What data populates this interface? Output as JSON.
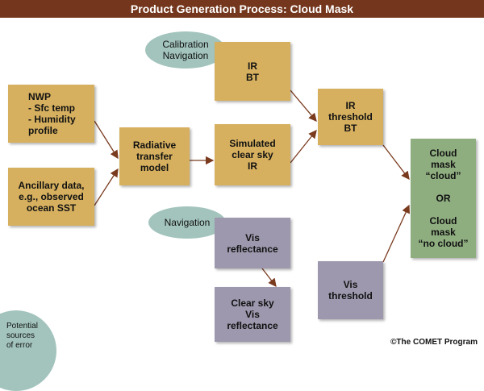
{
  "title": "Product Generation Process: Cloud Mask",
  "nodes": {
    "nwp": "NWP\n- Sfc temp\n- Humidity\n  profile",
    "ancillary": "Ancillary data,\ne.g., observed\nocean SST",
    "radiative": "Radiative\ntransfer\nmodel",
    "ir_bt": "IR\nBT",
    "simulated": "Simulated\nclear sky\nIR",
    "ir_threshold": "IR\nthreshold\nBT",
    "cloud_mask": "Cloud\nmask\n“cloud”\n\nOR\n\nCloud\nmask\n“no cloud”",
    "vis_reflectance": "Vis\nreflectance",
    "clear_sky_vis": "Clear sky\nVis\nreflectance",
    "vis_threshold": "Vis\nthreshold"
  },
  "error_sources": {
    "calibration": "Calibration\nNavigation",
    "navigation": "Navigation",
    "legend": "Potential\nsources\nof error"
  },
  "colors": {
    "title_bar": "#74361c",
    "input_box": "#d6b05f",
    "vis_box": "#9d98ad",
    "output_box": "#8fae80",
    "error_ellipse": "#a3c4bd",
    "arrow": "#7a3a1e"
  },
  "copyright": "©The COMET Program"
}
